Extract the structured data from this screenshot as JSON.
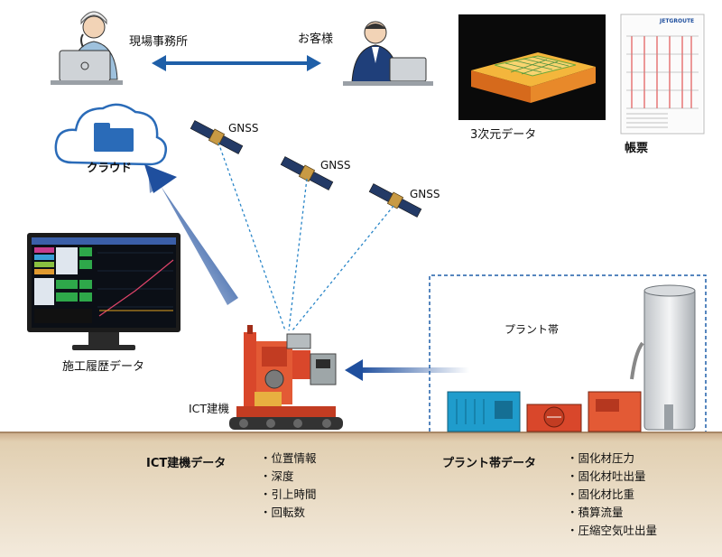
{
  "top": {
    "site_office": "現場事務所",
    "customer": "お客様",
    "cloud": "クラウド",
    "data_3d": "3次元データ",
    "report": "帳票",
    "report_logo": "JETGROUTE"
  },
  "gnss": [
    "GNSS",
    "GNSS",
    "GNSS"
  ],
  "monitor_label": "施工履歴データ",
  "machine_label": "ICT建機",
  "plant_label": "プラント帯",
  "ict_data": {
    "title": "ICT建機データ",
    "items": [
      "・位置情報",
      "・深度",
      "・引上時間",
      "・回転数"
    ]
  },
  "plant_data": {
    "title": "プラント帯データ",
    "items": [
      "・固化材圧力",
      "・固化材吐出量",
      "・固化材比重",
      "・積算流量",
      "・圧縮空気吐出量"
    ]
  },
  "colors": {
    "ground": "#dcc9a8",
    "arrow_blue": "#1f4f9e",
    "dash_blue": "#2a86c8",
    "machine_red": "#d9472b",
    "plant_cyan": "#1f9ccc"
  }
}
